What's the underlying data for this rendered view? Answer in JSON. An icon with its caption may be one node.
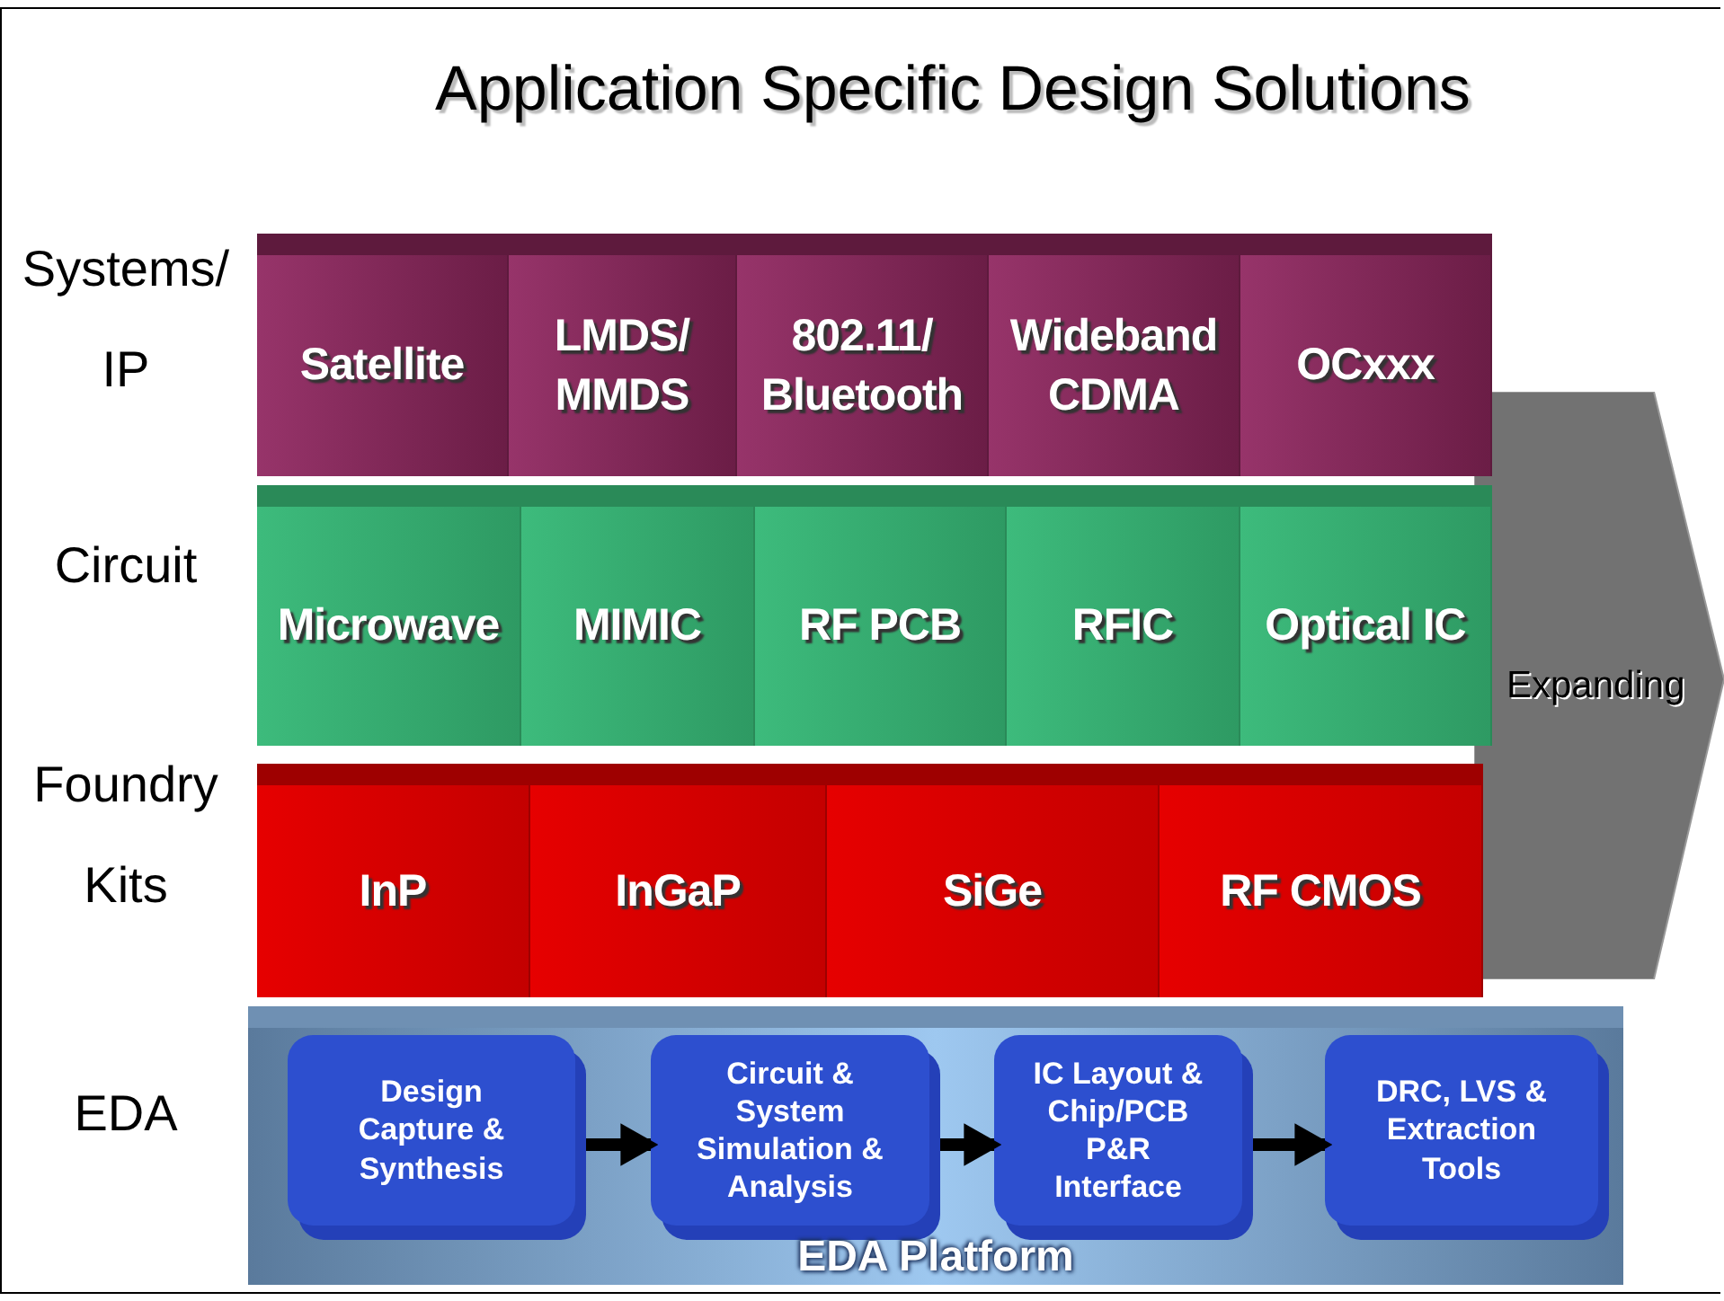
{
  "diagram": {
    "title": "Application Specific Design Solutions",
    "nodes": [
      {
        "text": [
          "Satellite"
        ]
      },
      {
        "text": [
          "LMDS/ MMDS"
        ]
      },
      {
        "text": [
          "802.11/ Bluetooth"
        ]
      },
      {
        "text": [
          "Wideband CDMA"
        ]
      },
      {
        "text": [
          "OCxxx"
        ]
      },
      {
        "text": [
          "Microwave"
        ]
      },
      {
        "text": [
          "MIMIC"
        ]
      },
      {
        "text": [
          "RF PCB"
        ]
      },
      {
        "text": [
          "RFIC"
        ]
      },
      {
        "text": [
          "Optical IC"
        ]
      },
      {
        "text": [
          "InP"
        ]
      },
      {
        "text": [
          "InGaP"
        ]
      },
      {
        "text": [
          "SiGe"
        ]
      },
      {
        "text": [
          "RF CMOS"
        ]
      },
      {
        "text": [
          "EDA Platform"
        ]
      },
      {
        "text": [
          "Design Capture & Synthesis"
        ],
        "in": 14
      },
      {
        "text": [
          "Circuit & System Simulation & Analysis"
        ],
        "in": 14
      },
      {
        "text": [
          "IC Layout & Chip/PCB P&R Interface"
        ],
        "in": 14
      },
      {
        "text": [
          "DRC, LVS & Extraction Tools"
        ],
        "in": 14
      },
      {
        "text": [
          "Expanding"
        ]
      }
    ],
    "edges": [
      {
        "from": 15,
        "to": 16,
        "arrow": "to"
      },
      {
        "from": 16,
        "to": 17,
        "arrow": "to"
      },
      {
        "from": 17,
        "to": 18,
        "arrow": "to"
      }
    ],
    "labels": [
      "Systems/ IP",
      "Circuit",
      "Foundry Kits",
      "EDA"
    ]
  }
}
